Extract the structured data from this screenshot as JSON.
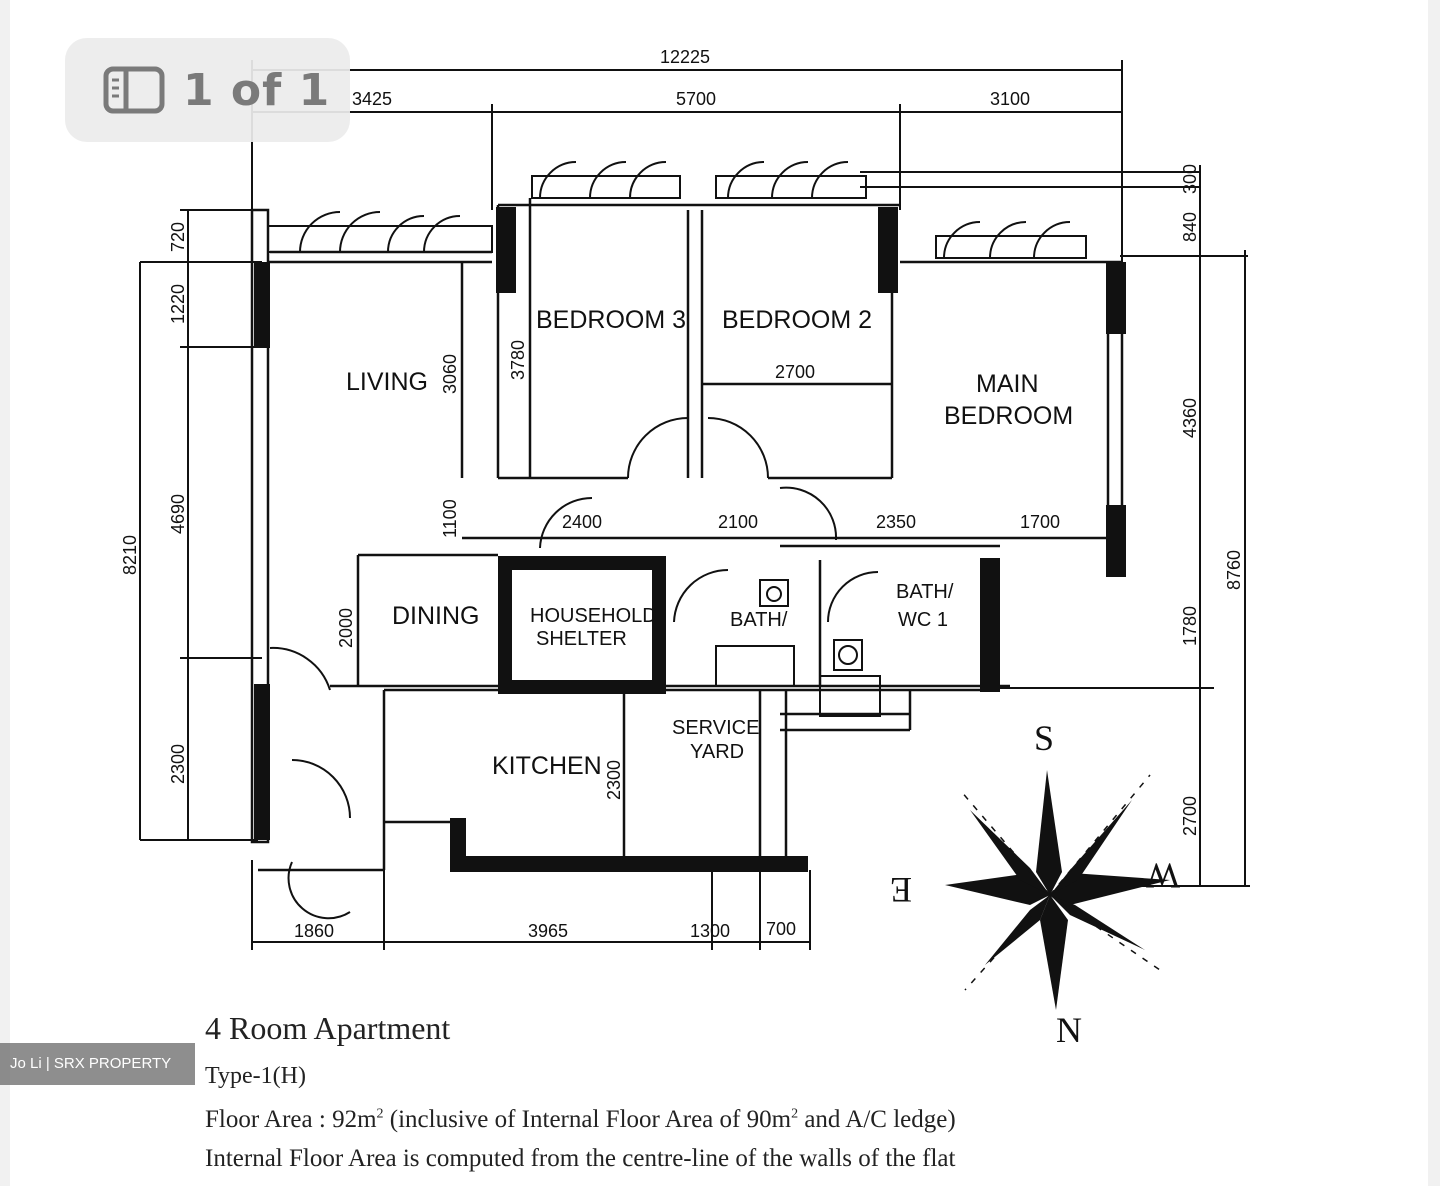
{
  "viewer": {
    "counter_text": "1 of 1",
    "counter_icon": "gallery-icon"
  },
  "watermark": "Jo Li | SRX PROPERTY",
  "caption": {
    "title": "4 Room Apartment",
    "type": "Type-1(H)",
    "floor_area_prefix": "Floor Area : 92m",
    "floor_area_mid": " (inclusive of Internal Floor Area of 90m",
    "floor_area_end": " and A/C ledge)",
    "superscript": "2",
    "note": "Internal Floor Area is computed from the centre-line of the walls of the flat"
  },
  "rooms": {
    "living": "LIVING",
    "bedroom3": "BEDROOM 3",
    "bedroom2": "BEDROOM 2",
    "main_bedroom_1": "MAIN",
    "main_bedroom_2": "BEDROOM",
    "dining": "DINING",
    "household_1": "HOUSEHOLD",
    "household_2": "SHELTER",
    "bath": "BATH/",
    "bath_wc_1": "BATH/",
    "bath_wc_2": "WC 1",
    "kitchen": "KITCHEN",
    "service_1": "SERVICE",
    "service_2": "YARD"
  },
  "dimensions": {
    "total_width": "12225",
    "top_left": "3425",
    "top_mid": "5700",
    "top_right": "3100",
    "right_300": "300",
    "right_840": "840",
    "right_4360": "4360",
    "right_8760": "8760",
    "right_2700": "2700",
    "right_1780": "1780",
    "left_720": "720",
    "left_1220": "1220",
    "left_4690": "4690",
    "left_8210": "8210",
    "left_2300": "2300",
    "living_3060": "3060",
    "living_1100": "1100",
    "bed3_3780": "3780",
    "bed2_2700": "2700",
    "mid_2400": "2400",
    "mid_2100": "2100",
    "mid_2350": "2350",
    "mid_1700": "1700",
    "dining_2000": "2000",
    "kitchen_2300": "2300",
    "bottom_1860": "1860",
    "bottom_3965": "3965",
    "bottom_1300": "1300",
    "bottom_700": "700"
  },
  "compass": {
    "north": "N",
    "south": "S",
    "east": "E",
    "west": "W"
  }
}
